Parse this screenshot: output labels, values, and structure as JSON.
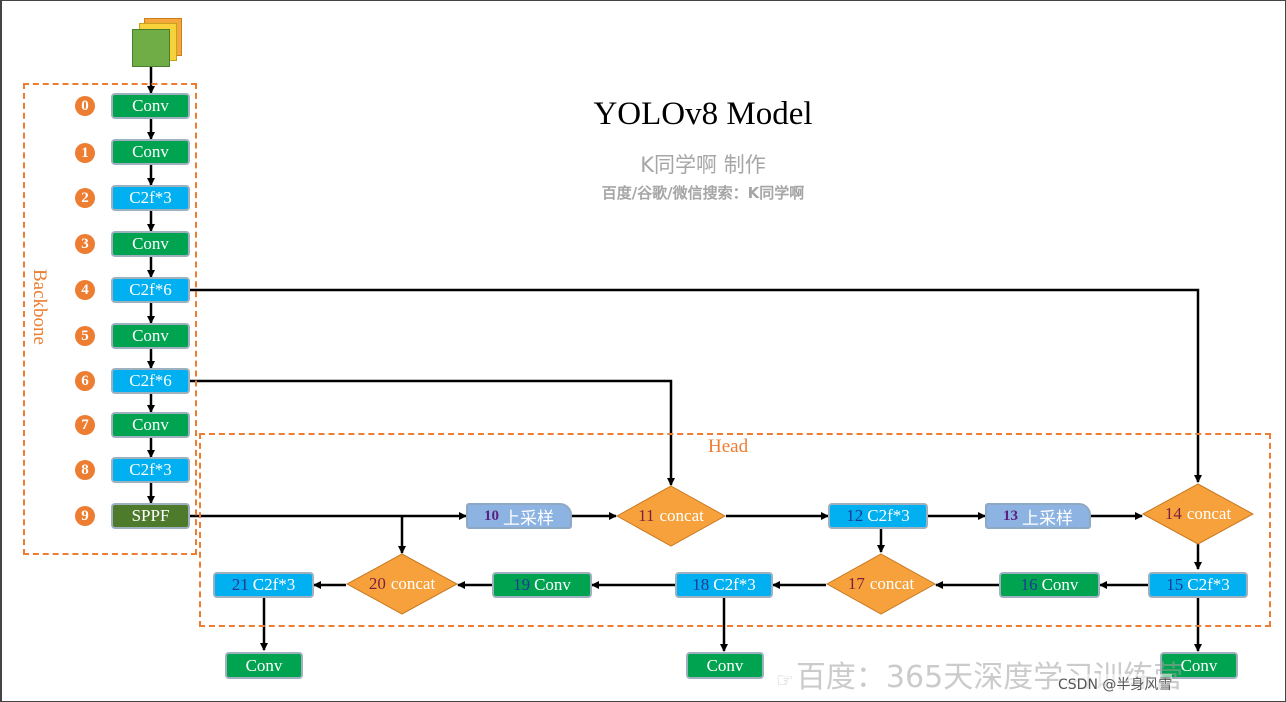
{
  "title": "YOLOv8 Model",
  "subtitle": "K同学啊 制作",
  "search_hint": "百度/谷歌/微信搜索：K同学啊",
  "regions": {
    "backbone": "Backbone",
    "head": "Head"
  },
  "backbone_layers": [
    {
      "index": "0",
      "label": "Conv"
    },
    {
      "index": "1",
      "label": "Conv"
    },
    {
      "index": "2",
      "label": "C2f*3"
    },
    {
      "index": "3",
      "label": "Conv"
    },
    {
      "index": "4",
      "label": "C2f*6"
    },
    {
      "index": "5",
      "label": "Conv"
    },
    {
      "index": "6",
      "label": "C2f*6"
    },
    {
      "index": "7",
      "label": "Conv"
    },
    {
      "index": "8",
      "label": "C2f*3"
    },
    {
      "index": "9",
      "label": "SPPF"
    }
  ],
  "head_nodes": [
    {
      "index": "10",
      "label": "上采样"
    },
    {
      "index": "11",
      "label": "concat"
    },
    {
      "index": "12",
      "label": "C2f*3"
    },
    {
      "index": "13",
      "label": "上采样"
    },
    {
      "index": "14",
      "label": "concat"
    },
    {
      "index": "15",
      "label": "C2f*3"
    },
    {
      "index": "16",
      "label": "Conv"
    },
    {
      "index": "17",
      "label": "concat"
    },
    {
      "index": "18",
      "label": "C2f*3"
    },
    {
      "index": "19",
      "label": "Conv"
    },
    {
      "index": "20",
      "label": "concat"
    },
    {
      "index": "21",
      "label": "C2f*3"
    }
  ],
  "outputs": [
    "Conv",
    "Conv",
    "Conv"
  ],
  "watermark": "百度：365天深度学习训练营",
  "credit": "CSDN @半身风雪",
  "colors": {
    "conv": "#00a34f",
    "c2f": "#00b0f0",
    "sppf": "#4e7a2c",
    "concat": "#f7a13c",
    "upsample": "#8db3e2",
    "region_border": "#ed7d31"
  }
}
